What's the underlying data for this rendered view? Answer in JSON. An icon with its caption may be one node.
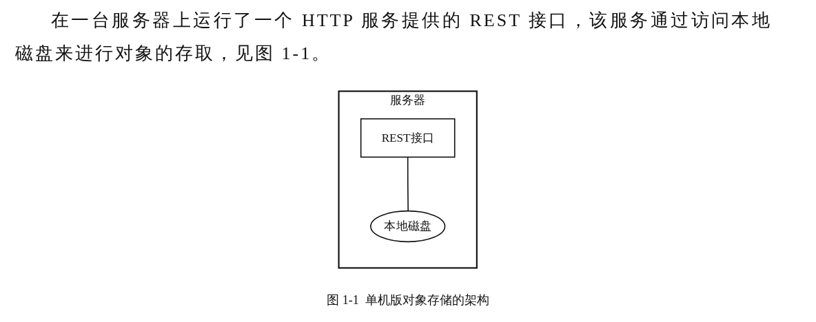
{
  "diagram": {
    "caption": "图 1-1  单机版对象存储的架构",
    "nodes": [
      {
        "text": [
          "服务器"
        ]
      },
      {
        "text": [
          "REST接口"
        ],
        "in": 0
      },
      {
        "text": [
          "本地磁盘"
        ],
        "in": 0
      }
    ],
    "edges": [
      {
        "from": 1,
        "to": 2,
        "arrow": "none"
      }
    ],
    "labels": [
      "在一台服务器上运行了一个 HTTP 服务提供的 REST 接口，该服务通过访问本地磁盘来进行对象的存取，见图 1-1。"
    ]
  }
}
